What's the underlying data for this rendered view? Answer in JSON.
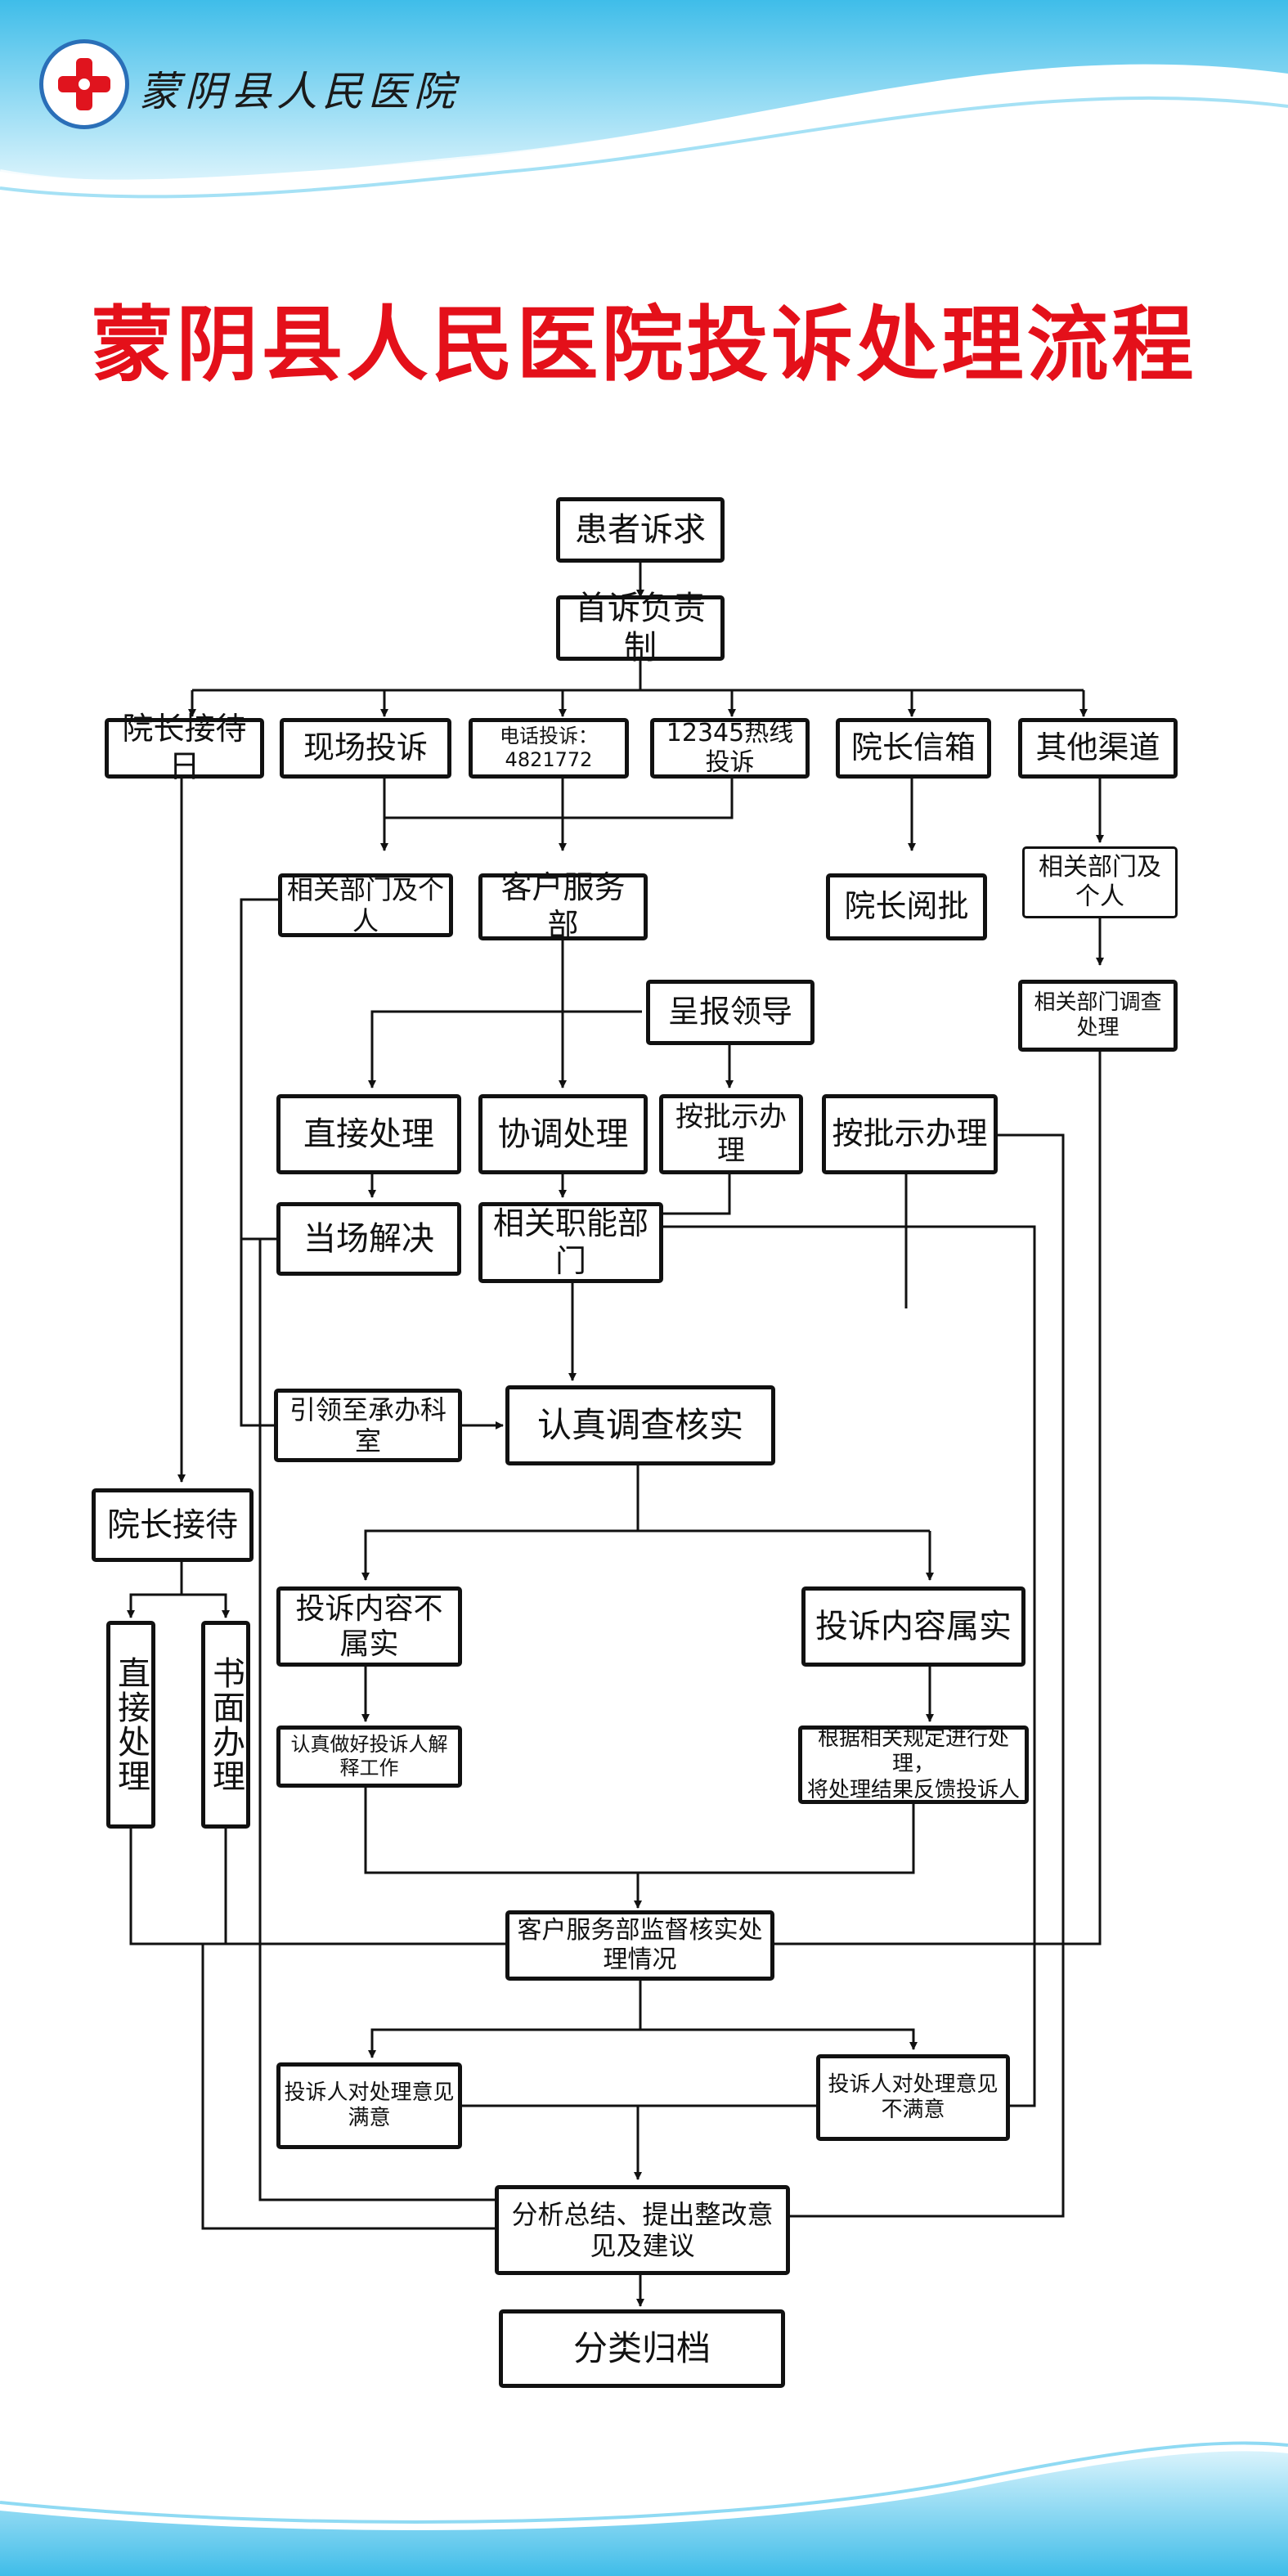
{
  "header": {
    "hospital_name": "蒙阴县人民医院"
  },
  "title": "蒙阴县人民医院投诉处理流程",
  "colors": {
    "title": "#e4101a",
    "header_wave": "#4cc3ea",
    "line": "#111111"
  },
  "nodes": {
    "patient_appeal": "患者诉求",
    "first_responsibility": "首诉负责制",
    "president_reception_day": "院长接待日",
    "onsite_complaint": "现场投诉",
    "phone_complaint": "电话投诉：4821772",
    "hotline_12345": "12345热线投诉",
    "president_mailbox": "院长信箱",
    "other_channels": "其他渠道",
    "related_dept_person_a": "相关部门及个人",
    "customer_service": "客户服务部",
    "president_review": "院长阅批",
    "related_dept_person_b": "相关部门及个人",
    "report_leaders": "呈报领导",
    "related_dept_investigate": "相关部门调查处理",
    "direct_handle": "直接处理",
    "coordinate_handle": "协调处理",
    "per_instruction_a": "按批示办理",
    "per_instruction_b": "按批示办理",
    "resolve_onsite": "当场解决",
    "functional_dept": "相关职能部门",
    "lead_to_office": "引领至承办科室",
    "verify": "认真调查核实",
    "president_reception": "院长接待",
    "direct_handle_v": "直接处理",
    "written_handle_v": "书面办理",
    "not_true": "投诉内容不属实",
    "is_true": "投诉内容属实",
    "explain": "认真做好投诉人解释工作",
    "handle_feedback": "根据相关规定进行处理，\n将处理结果反馈投诉人",
    "supervise": "客户服务部监督核实处理情况",
    "satisfied": "投诉人对处理意见满意",
    "dissatisfied": "投诉人对处理意见不满意",
    "summary": "分析总结、提出整改意见及建议",
    "archive": "分类归档"
  }
}
